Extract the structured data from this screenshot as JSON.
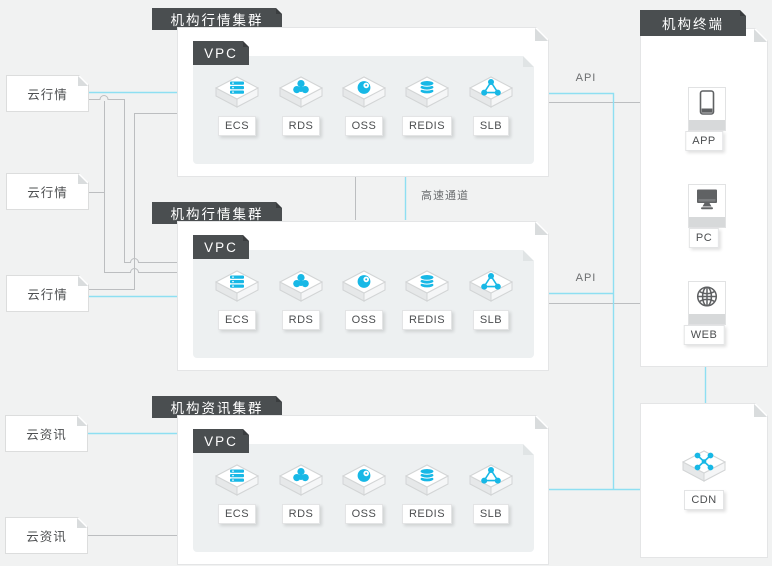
{
  "colors": {
    "accent_cyan": "#17b8e6",
    "line_cyan": "#8edff2",
    "line_gray": "#bcbec0",
    "dark_label_bg": "#4a4e50",
    "panel_bg": "#edf0f1",
    "card_bg": "#ffffff",
    "page_bg": "#f1f2f2"
  },
  "sources": [
    {
      "label": "云行情"
    },
    {
      "label": "云行情"
    },
    {
      "label": "云行情"
    },
    {
      "label": "云资讯"
    },
    {
      "label": "云资讯"
    }
  ],
  "clusters": [
    {
      "title": "机构行情集群",
      "vpc": "VPC",
      "services": [
        {
          "name": "ECS",
          "icon": "ecs-icon"
        },
        {
          "name": "RDS",
          "icon": "rds-icon"
        },
        {
          "name": "OSS",
          "icon": "oss-icon"
        },
        {
          "name": "REDIS",
          "icon": "redis-icon"
        },
        {
          "name": "SLB",
          "icon": "slb-icon"
        }
      ]
    },
    {
      "title": "机构行情集群",
      "vpc": "VPC",
      "services": [
        {
          "name": "ECS",
          "icon": "ecs-icon"
        },
        {
          "name": "RDS",
          "icon": "rds-icon"
        },
        {
          "name": "OSS",
          "icon": "oss-icon"
        },
        {
          "name": "REDIS",
          "icon": "redis-icon"
        },
        {
          "name": "SLB",
          "icon": "slb-icon"
        }
      ]
    },
    {
      "title": "机构资讯集群",
      "vpc": "VPC",
      "services": [
        {
          "name": "ECS",
          "icon": "ecs-icon"
        },
        {
          "name": "RDS",
          "icon": "rds-icon"
        },
        {
          "name": "OSS",
          "icon": "oss-icon"
        },
        {
          "name": "REDIS",
          "icon": "redis-icon"
        },
        {
          "name": "SLB",
          "icon": "slb-icon"
        }
      ]
    }
  ],
  "terminal": {
    "title": "机构终端",
    "devices": [
      {
        "label": "APP",
        "icon": "smartphone-icon"
      },
      {
        "label": "PC",
        "icon": "monitor-icon"
      },
      {
        "label": "WEB",
        "icon": "globe-icon"
      }
    ]
  },
  "cdn": {
    "label": "CDN",
    "icon": "cdn-icon"
  },
  "labels": {
    "api_top": "API",
    "api_bottom": "API",
    "express_channel": "高速通道"
  }
}
